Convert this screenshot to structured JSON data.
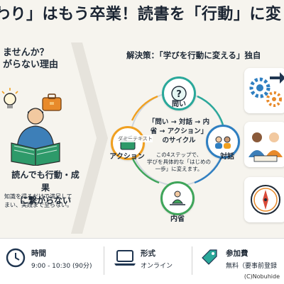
{
  "title": "わり」はもう卒業！読書を「行動」に変",
  "left": {
    "question_line1": "ませんか？",
    "question_line2": "がらない理由",
    "big_line1": "読んでも行動・成果",
    "big_line2": "に繋がらない",
    "small_line1": "知識を得るだけで満足して",
    "small_line2": "まい、実践まで至らない。"
  },
  "right": {
    "header": "解決策：「学びを行動に変える」独自",
    "nodes": {
      "top": "問い",
      "right": "対話",
      "bottom": "内省",
      "left": "アクション"
    },
    "left_tag": "ダミーテキスト",
    "center_line1": "「問い → 対話 → 内",
    "center_line2": "省 → アクション」",
    "center_line3": "のサイクル",
    "center_sub1": "この4ステップで、",
    "center_sub2": "学びを具体的な「はじめの",
    "center_sub3": "一歩」に変えます。"
  },
  "bottom": {
    "time_label": "時間",
    "time_value": "9:00 - 10:30 (90分)",
    "format_label": "形式",
    "format_value": "オンライン",
    "fee_label": "参加費",
    "fee_value": "無料（要事前登録"
  },
  "credit": "(C)Nobuhide",
  "colors": {
    "teal": "#2aa89a",
    "blue": "#2f7fc1",
    "green": "#3fa55a",
    "orange": "#f0a020",
    "navy": "#1f3550"
  },
  "icons": [
    "lightbulb-icon",
    "briefcase-icon",
    "reader-illustration",
    "question-icon",
    "dialogue-icon",
    "meditation-icon",
    "book-pen-icon",
    "gears-icon",
    "compass-icon",
    "clock-icon",
    "laptop-icon",
    "price-tag-icon"
  ]
}
